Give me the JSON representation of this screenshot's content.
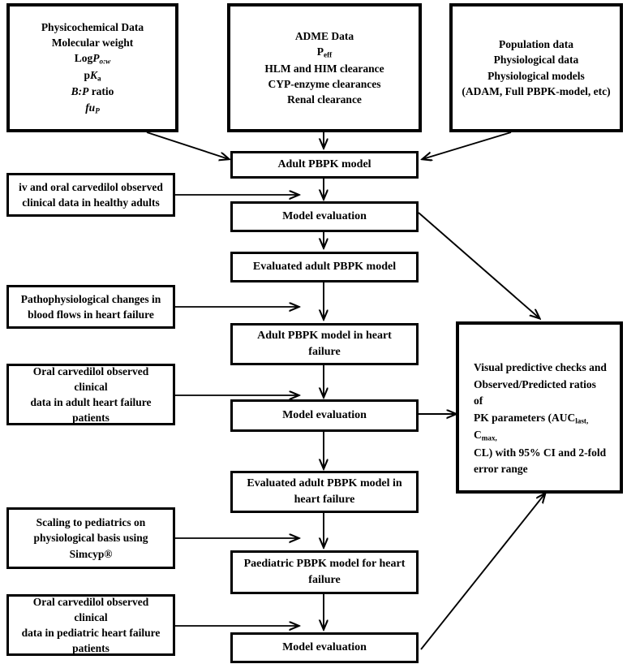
{
  "diagram": {
    "title": "PBPK model development and evaluation workflow for carvedilol",
    "type": "flowchart",
    "inputs": [
      {
        "id": "physicochemical-data",
        "lines": [
          "Physicochemical Data",
          "Molecular weight",
          "LogP o:w",
          "pKa",
          "B:P ratio",
          "fuP"
        ]
      },
      {
        "id": "adme-data",
        "lines": [
          "ADME Data",
          "Peff",
          "HLM and HIM clearance",
          "CYP-enzyme clearances",
          "Renal clearance"
        ]
      },
      {
        "id": "population-data",
        "lines": [
          "Population data",
          "Physiological data",
          "Physiological models",
          "(ADAM, Full PBPK-model, etc)"
        ]
      }
    ],
    "side_inputs": [
      {
        "id": "healthy-adult-clinical-data",
        "lines": [
          "iv and oral carvedilol observed",
          "clinical data in healthy adults"
        ]
      },
      {
        "id": "pathophysiological-changes",
        "lines": [
          "Pathophysiological changes in",
          "blood flows in heart failure"
        ]
      },
      {
        "id": "adult-hf-clinical-data",
        "lines": [
          "Oral carvedilol observed clinical",
          "data in adult heart failure",
          "patients"
        ]
      },
      {
        "id": "scaling-to-pediatrics",
        "lines": [
          "Scaling to pediatrics on",
          "physiological basis using",
          "Simcyp®"
        ]
      },
      {
        "id": "pediatric-hf-clinical-data",
        "lines": [
          "Oral carvedilol observed clinical",
          "data in pediatric heart failure",
          "patients"
        ]
      }
    ],
    "flow": [
      {
        "id": "adult-pbpk-model",
        "lines": [
          "Adult PBPK model"
        ]
      },
      {
        "id": "model-evaluation-1",
        "lines": [
          "Model evaluation"
        ]
      },
      {
        "id": "evaluated-adult-pbpk-model",
        "lines": [
          "Evaluated adult PBPK model"
        ]
      },
      {
        "id": "adult-pbpk-model-heart-failure",
        "lines": [
          "Adult PBPK model in heart",
          "failure"
        ]
      },
      {
        "id": "model-evaluation-2",
        "lines": [
          "Model evaluation"
        ]
      },
      {
        "id": "evaluated-adult-pbpk-model-hf",
        "lines": [
          "Evaluated adult PBPK model in",
          "heart failure"
        ]
      },
      {
        "id": "paediatric-pbpk-model-hf",
        "lines": [
          "Paediatric PBPK model for heart",
          "failure"
        ]
      },
      {
        "id": "model-evaluation-3",
        "lines": [
          "Model evaluation"
        ]
      }
    ],
    "output": {
      "id": "visual-predictive-checks",
      "lines": [
        "Visual predictive checks and",
        "Observed/Predicted ratios of",
        "PK parameters (AUClast, Cmax,",
        "CL) with  95% CI and 2-fold",
        "error range"
      ]
    },
    "colors": {
      "stroke": "#000000",
      "fill": "#ffffff",
      "text": "#000000"
    }
  }
}
